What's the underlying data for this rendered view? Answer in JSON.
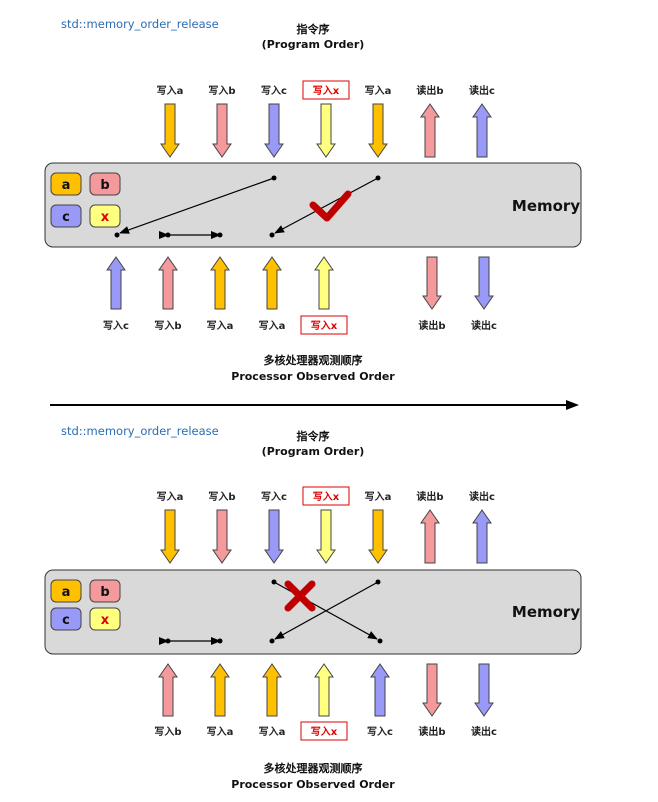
{
  "sections": [
    {
      "header": "std::memory_order_release",
      "program_order_title_cn": "指令序",
      "program_order_title_en": "(Program Order)",
      "memory_label": "Memory",
      "chips": [
        "a",
        "b",
        "c",
        "x"
      ],
      "top_labels": [
        "写入a",
        "写入b",
        "写入c",
        "写入x",
        "写入a",
        "读出b",
        "读出c"
      ],
      "bottom_labels": [
        "写入c",
        "写入b",
        "写入a",
        "写入a",
        "写入x",
        "读出b",
        "读出c"
      ],
      "observed_title_cn": "多核处理器观测顺序",
      "observed_title_en": "Processor Observed Order",
      "verdict": "check-mark-icon"
    },
    {
      "header": "std::memory_order_release",
      "program_order_title_cn": "指令序",
      "program_order_title_en": "(Program Order)",
      "memory_label": "Memory",
      "chips": [
        "a",
        "b",
        "c",
        "x"
      ],
      "top_labels": [
        "写入a",
        "写入b",
        "写入c",
        "写入x",
        "写入a",
        "读出b",
        "读出c"
      ],
      "bottom_labels": [
        "写入b",
        "写入a",
        "写入a",
        "写入x",
        "写入c",
        "读出b",
        "读出c"
      ],
      "observed_title_cn": "多核处理器观测顺序",
      "observed_title_en": "Processor Observed Order",
      "verdict": "cross-mark-icon"
    }
  ],
  "colors": {
    "a": "#ffc000",
    "b": "#f4999c",
    "c": "#9999f7",
    "x": "#ffff80",
    "memory_bg": "#d9d9d9",
    "header": "#2a6db5",
    "verdict_red": "#c00000"
  }
}
